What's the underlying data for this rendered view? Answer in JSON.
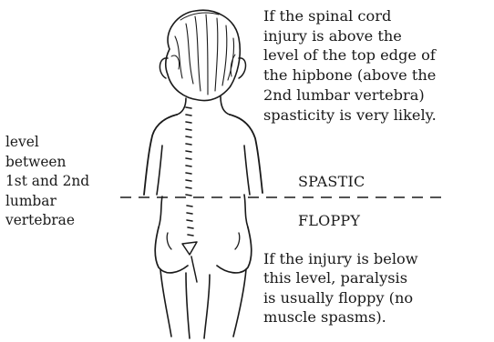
{
  "note_above": {
    "lines": [
      "If the spinal cord",
      "injury is above the",
      "level of the top edge of",
      "the hipbone (above the",
      "2nd lumbar vertebra)",
      "spasticity is very likely."
    ]
  },
  "level_label": {
    "lines": [
      "level",
      "between",
      "1st and 2nd",
      "lumbar",
      "vertebrae"
    ]
  },
  "zone_labels": {
    "spastic": "SPASTIC",
    "floppy": "FLOPPY"
  },
  "note_below": {
    "lines": [
      "If the injury is below",
      "this level, paralysis",
      "is usually floppy (no",
      "muscle spasms)."
    ]
  },
  "colors": {
    "ink": "#1a1a1a",
    "background": "#ffffff"
  }
}
